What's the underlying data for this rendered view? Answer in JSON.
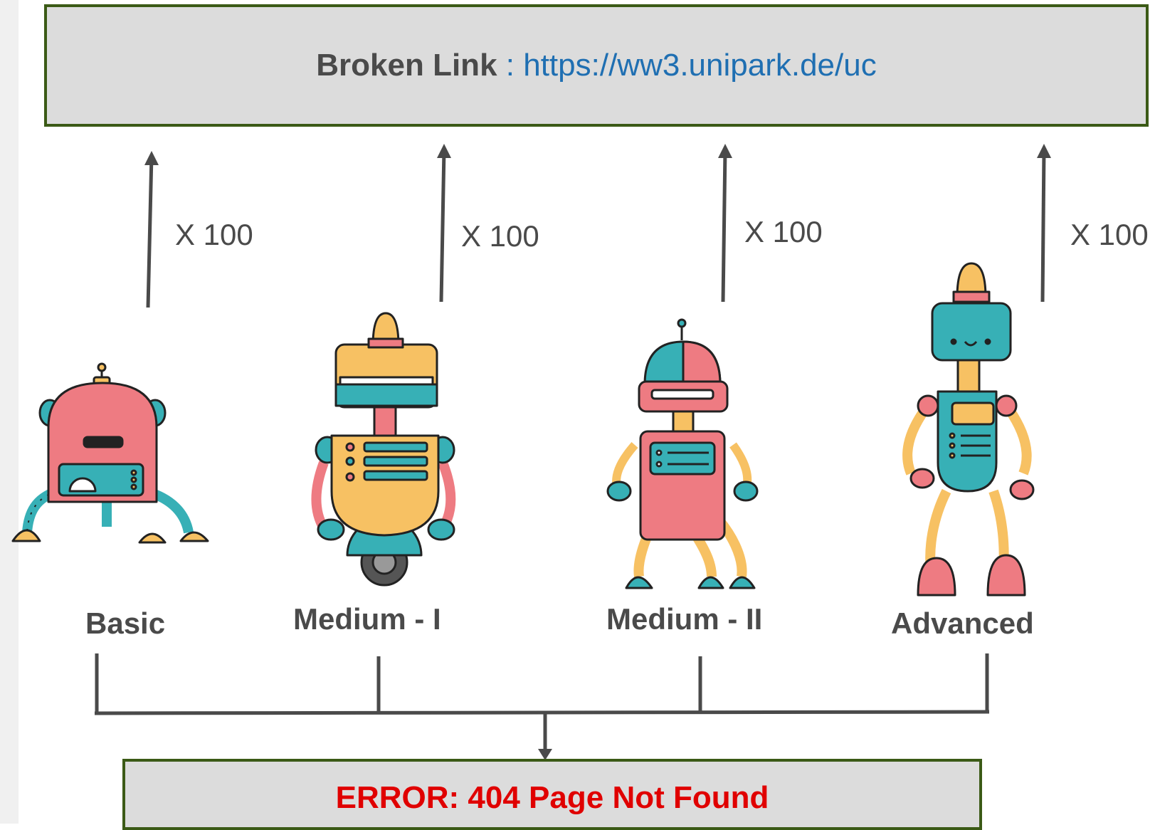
{
  "top_box": {
    "label": "Broken Link",
    "separator": " : ",
    "url": "https://ww3.unipark.de/uc"
  },
  "multipliers": [
    "X 100",
    "X 100",
    "X 100",
    "X 100"
  ],
  "tiers": [
    "Basic",
    "Medium - I",
    "Medium - II",
    "Advanced"
  ],
  "bottom_box": {
    "text": "ERROR: 404 Page Not Found"
  },
  "colors": {
    "box_fill": "#dcdcdc",
    "box_border": "#3b5a16",
    "link": "#1f6fb2",
    "error": "#e00000",
    "text": "#4a4a4a",
    "robot_pink": "#ee7b82",
    "robot_teal": "#37b0b6",
    "robot_yellow": "#f7c163"
  }
}
